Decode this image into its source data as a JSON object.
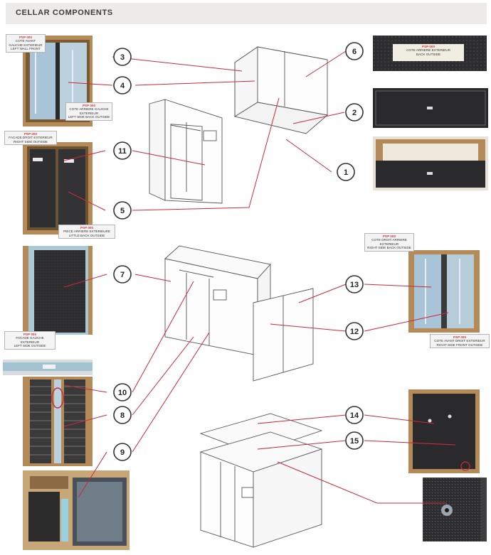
{
  "header": {
    "title": "CELLAR COMPONENTS"
  },
  "callouts": [
    "1",
    "2",
    "3",
    "4",
    "5",
    "6",
    "7",
    "8",
    "9",
    "10",
    "11",
    "12",
    "13",
    "14",
    "15"
  ],
  "labels": {
    "l3": {
      "code": "PSP 000",
      "lines": [
        "COTE AVANT",
        "GAUCHE EXTERIEUR",
        "LEFT WALL FRONT"
      ]
    },
    "l4": {
      "code": "PSP 000",
      "lines": [
        "COTE ARRIERE GAUCHE",
        "EXTERIEUR",
        "LEFT SIDE BACK OUTSIDE"
      ]
    },
    "l11": {
      "code": "PSP 000",
      "lines": [
        "FACADE DROIT EXTERIEUR",
        "RIGHT SIDE OUTSIDE"
      ]
    },
    "l5": {
      "code": "PSP 000",
      "lines": [
        "PIECE ARRIERE EXTERIEURE",
        "LITTLE BACK OUTSIDE"
      ]
    },
    "l7": {
      "code": "PSP 000",
      "lines": [
        "FACADE GAUCHE EXTERIEUR",
        "LEFT SIDE OUTSIDE"
      ]
    },
    "l13": {
      "code": "PSP 000",
      "lines": [
        "COTE DROIT ARRIERE",
        "EXTERIEUR",
        "RIGHT SIDE BACK OUTSIDE"
      ]
    },
    "l12": {
      "code": "PSP 000",
      "lines": [
        "COTE AVANT DROIT EXTERIEUR",
        "RIGHT SIDE FRONT OUTSIDE"
      ]
    },
    "l6": {
      "code": "PSP 000",
      "lines": [
        "COTE ARRIERE EXTERIEUR",
        "BACK OUTSIDE"
      ]
    }
  },
  "colors": {
    "leader": "#c92a3a",
    "header_bg": "#ecebea",
    "wood": "#b48a58",
    "panel_dark": "#2a2a2c"
  }
}
